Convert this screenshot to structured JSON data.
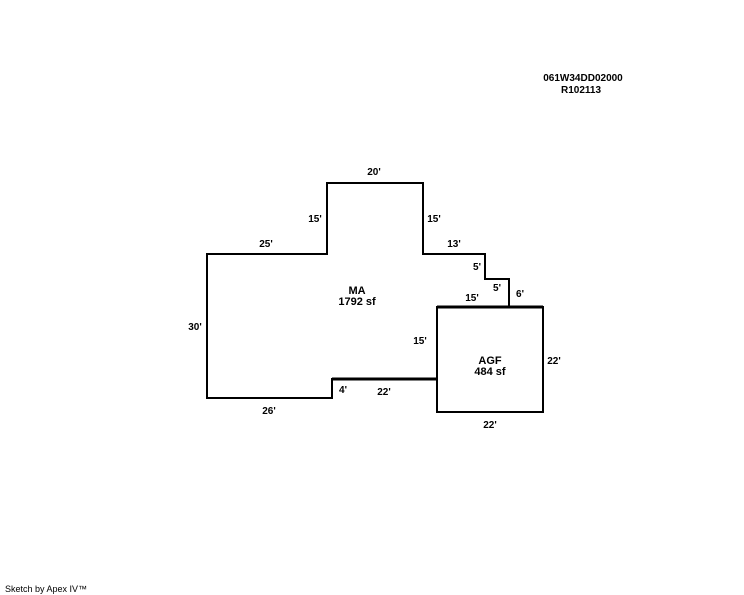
{
  "parcel": {
    "map_number": "061W34DD02000",
    "account_number": "R102113"
  },
  "areas": {
    "main": {
      "code": "MA",
      "size": "1792 sf"
    },
    "garage": {
      "code": "AGF",
      "size": "484 sf"
    }
  },
  "dimensions": {
    "main_top": "20'",
    "main_left_upper": "15'",
    "main_right_upper": "15'",
    "main_top_left": "25'",
    "main_step_top": "13'",
    "main_step_small_vertical": "5'",
    "main_step_small_horizontal": "5'",
    "main_step_6": "6'",
    "main_left": "30'",
    "main_bottom": "26'",
    "main_notch": "4'",
    "main_bottom_right": "22'",
    "garage_top": "15'",
    "garage_left": "15'",
    "garage_right": "22'",
    "garage_bottom": "22'"
  },
  "footer": {
    "credit": "Sketch by Apex IV™"
  }
}
